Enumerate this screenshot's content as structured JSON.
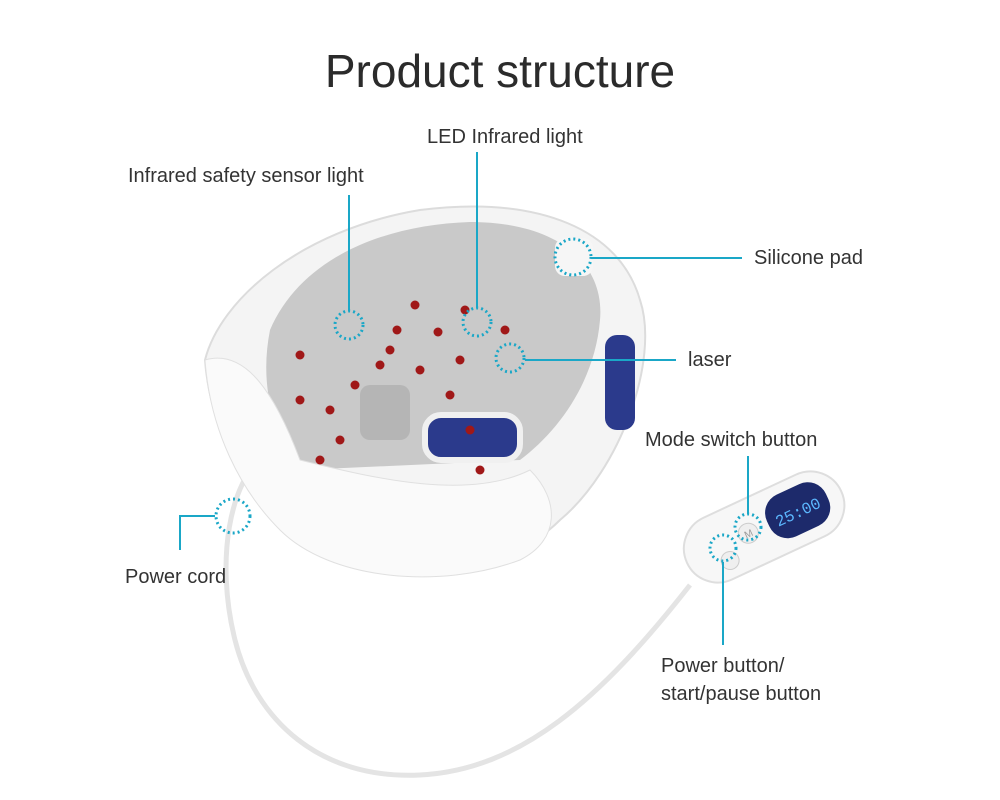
{
  "title": "Product structure",
  "labels": {
    "led_infrared": "LED Infrared light",
    "safety_sensor": "Infrared safety sensor light",
    "silicone_pad": "Silicone pad",
    "laser": "laser",
    "mode_switch": "Mode switch button",
    "power_cord": "Power cord",
    "power_button_line1": "Power button/",
    "power_button_line2": "start/pause button"
  },
  "remote": {
    "display": "25:00",
    "mode_button": "M"
  },
  "colors": {
    "callout": "#1aa7c7",
    "led": "#a01818",
    "display": "#3a8fe0"
  }
}
